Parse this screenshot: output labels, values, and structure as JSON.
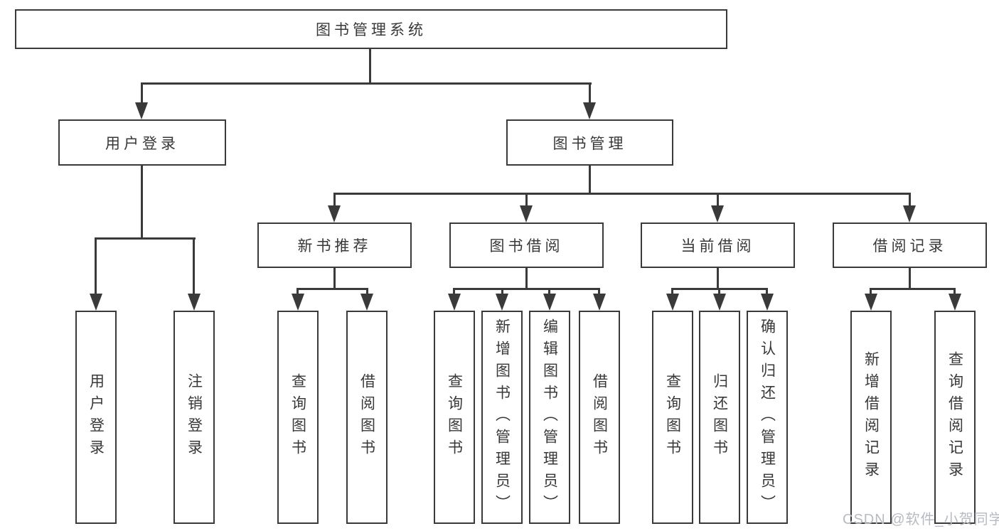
{
  "tree": {
    "root": {
      "label": "图书管理系统"
    },
    "user_branch": {
      "label": "用户登录",
      "leaves": [
        {
          "label": "用户登录"
        },
        {
          "label": "注销登录"
        }
      ]
    },
    "book_branch": {
      "label": "图书管理",
      "sections": [
        {
          "label": "新书推荐",
          "leaves": [
            {
              "label": "查询图书"
            },
            {
              "label": "借阅图书"
            }
          ]
        },
        {
          "label": "图书借阅",
          "leaves": [
            {
              "label": "查询图书"
            },
            {
              "label": "新增图书（管理员）"
            },
            {
              "label": "编辑图书（管理员）"
            },
            {
              "label": "借阅图书"
            }
          ]
        },
        {
          "label": "当前借阅",
          "leaves": [
            {
              "label": "查询图书"
            },
            {
              "label": "归还图书"
            },
            {
              "label": "确认归还（管理员）"
            }
          ]
        },
        {
          "label": "借阅记录",
          "leaves": [
            {
              "label": "新增借阅记录"
            },
            {
              "label": "查询借阅记录"
            }
          ]
        }
      ]
    }
  },
  "watermark": {
    "label": "CSDN @软件_小贺同学"
  },
  "colors": {
    "line": "#3a3a3a",
    "text": "#383838",
    "watermark": "#b7bbc1",
    "background": "#ffffff"
  }
}
